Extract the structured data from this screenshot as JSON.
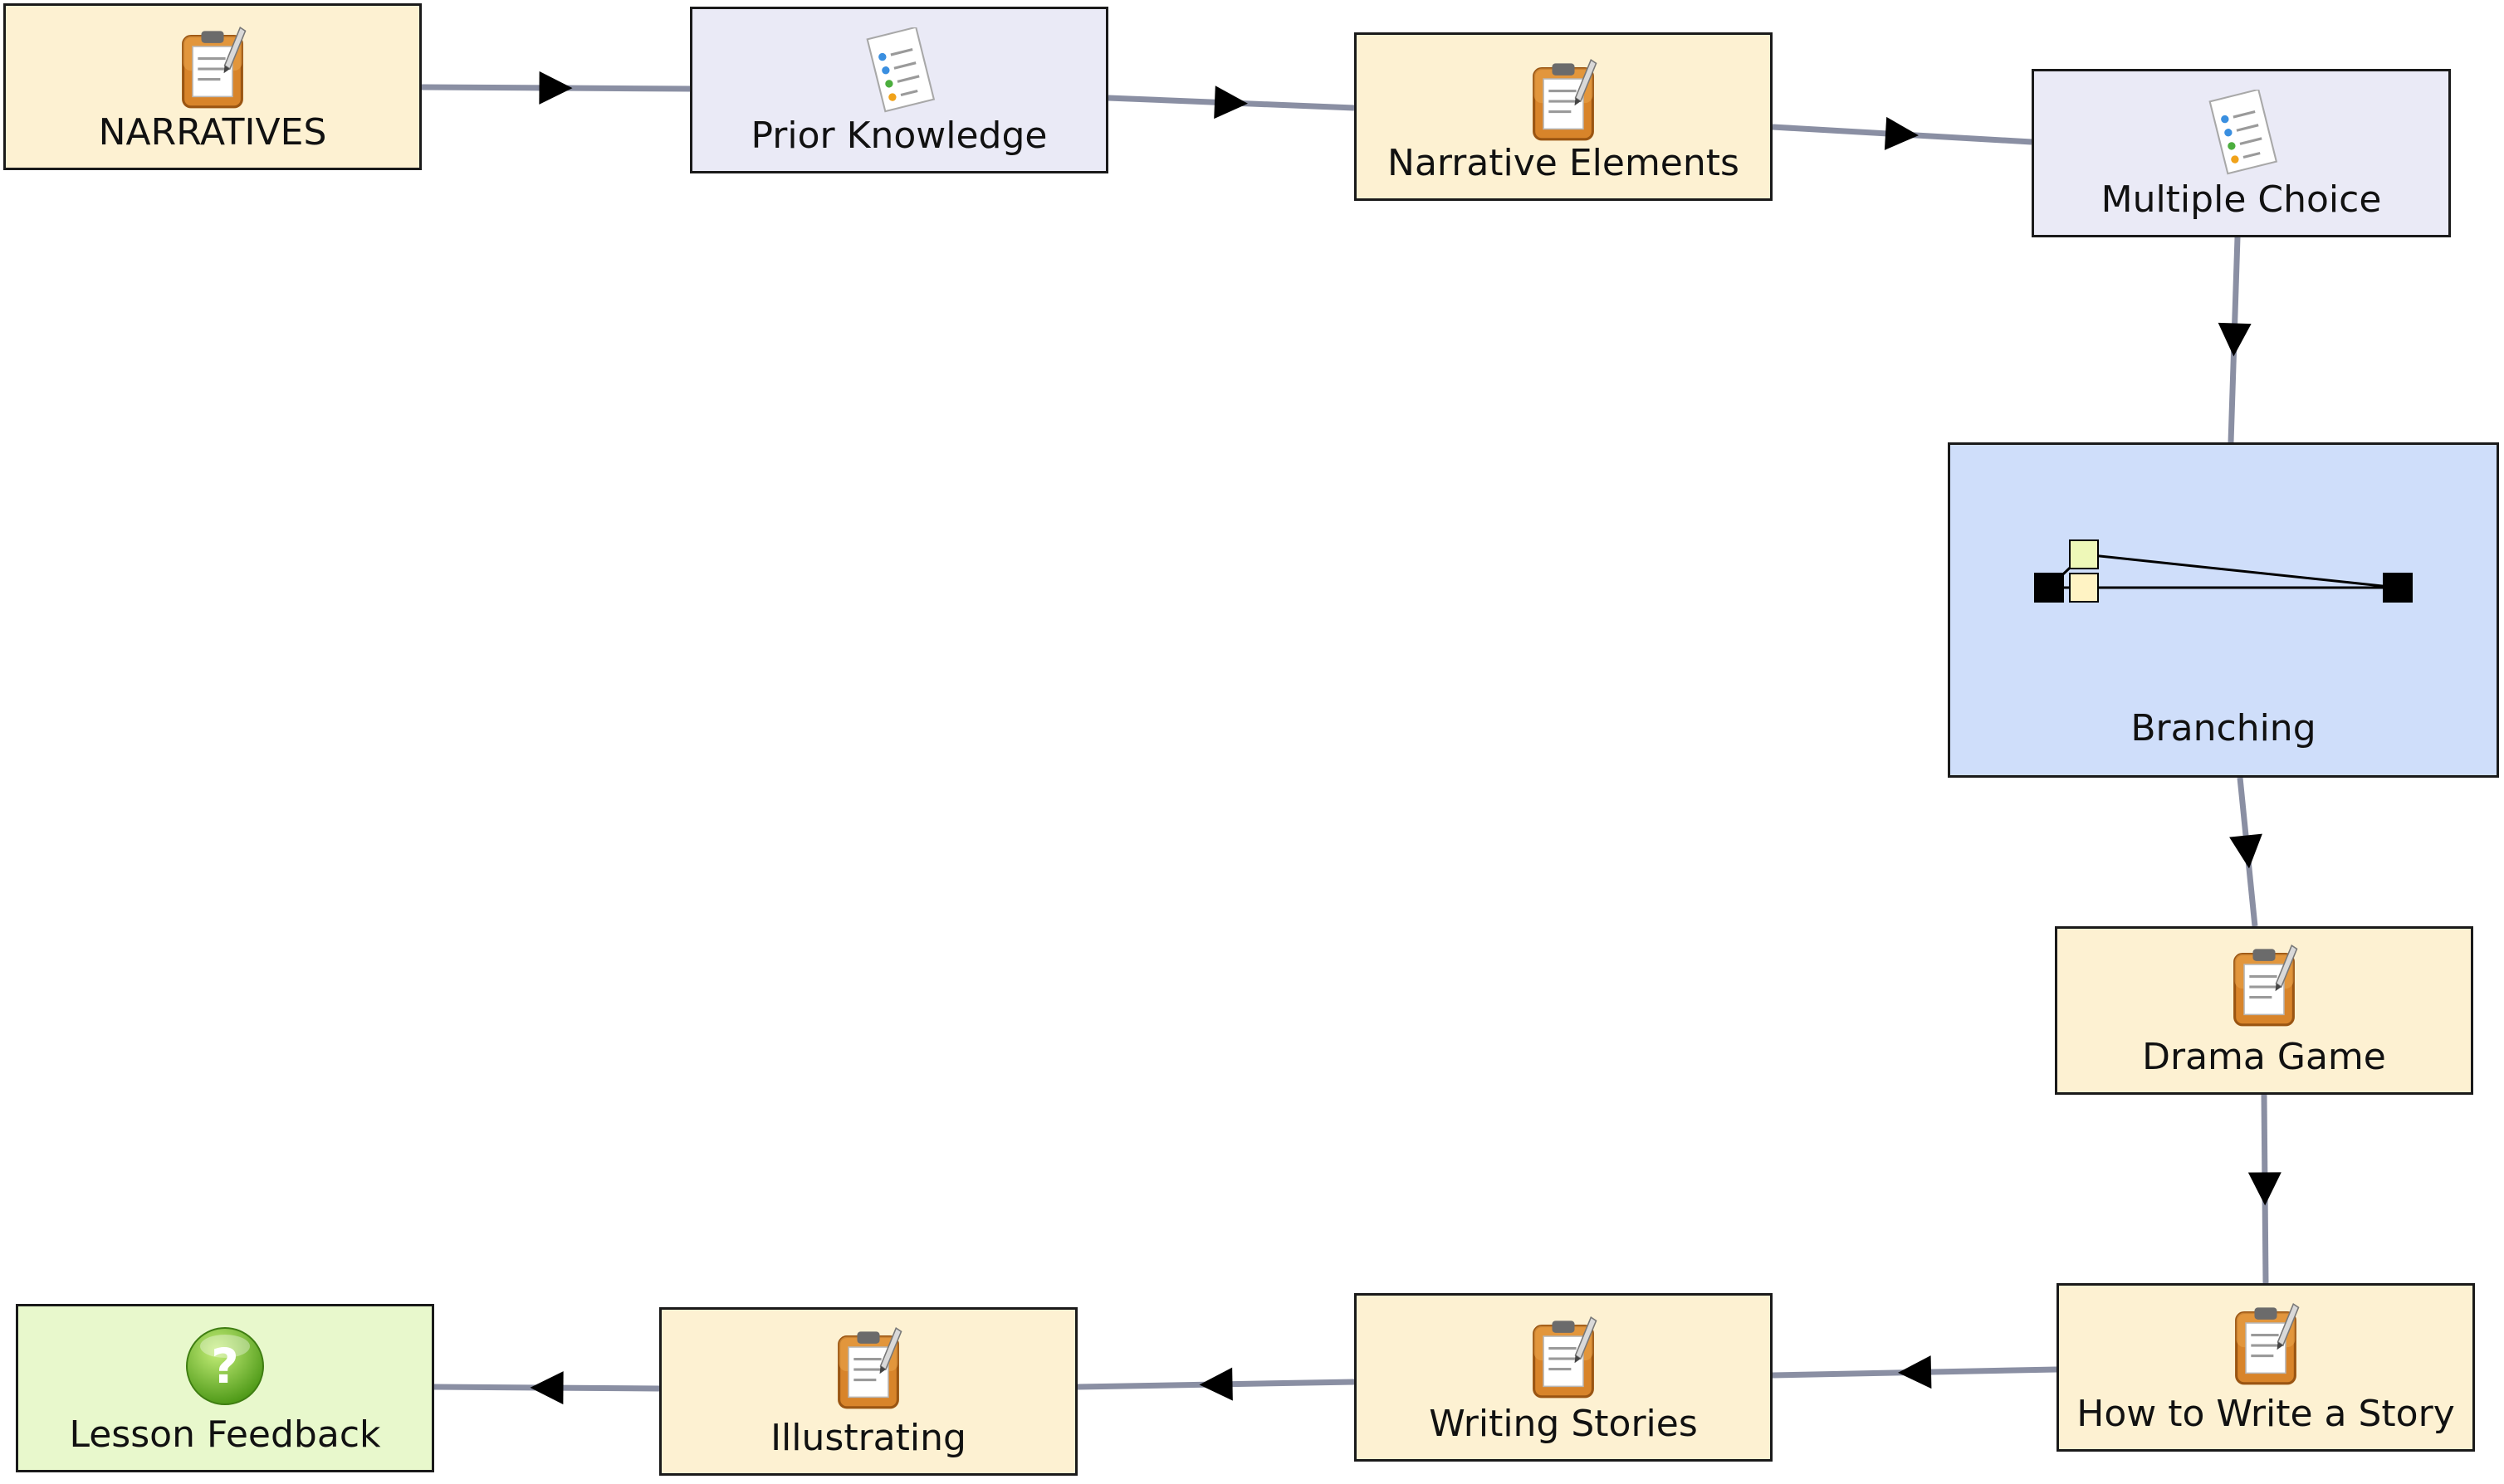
{
  "diagram": {
    "colors": {
      "connector": "#8a8fa3",
      "arrowhead": "#000000",
      "activity_fill": "#fdf1d2",
      "survey_fill": "#eaeaf6",
      "branching_fill": "#cfdefa",
      "feedback_fill": "#e8f8cc"
    },
    "nodes": [
      {
        "id": "narratives",
        "label": "NARRATIVES",
        "kind": "tool",
        "icon": "clipboard-pencil-icon"
      },
      {
        "id": "prior-knowledge",
        "label": "Prior Knowledge",
        "kind": "survey",
        "icon": "document-list-icon"
      },
      {
        "id": "narrative-elements",
        "label": "Narrative Elements",
        "kind": "tool",
        "icon": "clipboard-pencil-icon"
      },
      {
        "id": "multiple-choice",
        "label": "Multiple Choice",
        "kind": "survey",
        "icon": "document-list-icon"
      },
      {
        "id": "branching",
        "label": "Branching",
        "kind": "branch",
        "icon": "branching-icon"
      },
      {
        "id": "drama-game",
        "label": "Drama Game",
        "kind": "tool",
        "icon": "clipboard-pencil-icon"
      },
      {
        "id": "how-to-write-a-story",
        "label": "How to Write a Story",
        "kind": "tool",
        "icon": "clipboard-pencil-icon"
      },
      {
        "id": "writing-stories",
        "label": "Writing Stories",
        "kind": "tool",
        "icon": "clipboard-pencil-icon"
      },
      {
        "id": "illustrating",
        "label": "Illustrating",
        "kind": "tool",
        "icon": "clipboard-pencil-icon"
      },
      {
        "id": "lesson-feedback",
        "label": "Lesson Feedback",
        "kind": "feedback",
        "icon": "question-mark-icon"
      }
    ],
    "edges": [
      {
        "from": "narratives",
        "to": "prior-knowledge"
      },
      {
        "from": "prior-knowledge",
        "to": "narrative-elements"
      },
      {
        "from": "narrative-elements",
        "to": "multiple-choice"
      },
      {
        "from": "multiple-choice",
        "to": "branching"
      },
      {
        "from": "branching",
        "to": "drama-game"
      },
      {
        "from": "drama-game",
        "to": "how-to-write-a-story"
      },
      {
        "from": "how-to-write-a-story",
        "to": "writing-stories"
      },
      {
        "from": "writing-stories",
        "to": "illustrating"
      },
      {
        "from": "illustrating",
        "to": "lesson-feedback"
      }
    ]
  }
}
